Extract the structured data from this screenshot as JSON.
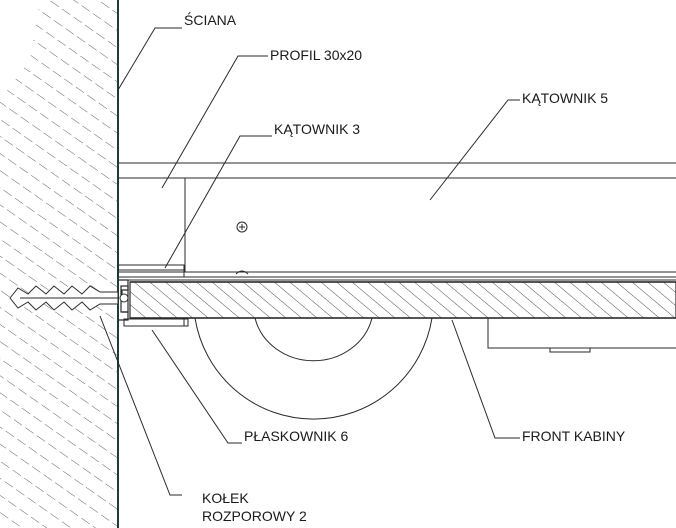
{
  "labels": {
    "wall": "ŚCIANA",
    "profile": "PROFIL 30x20",
    "angle5": "KĄTOWNIK 5",
    "angle3": "KĄTOWNIK 3",
    "flat_bar": "PŁASKOWNIK 6",
    "front": "FRONT KABINY",
    "anchor_line1": "KOŁEK",
    "anchor_line2": "ROZPOROWY 2"
  },
  "colors": {
    "line": "#2a2a2a",
    "hatch": "#3a3a3a",
    "wall_face": "#1e3a3a"
  }
}
